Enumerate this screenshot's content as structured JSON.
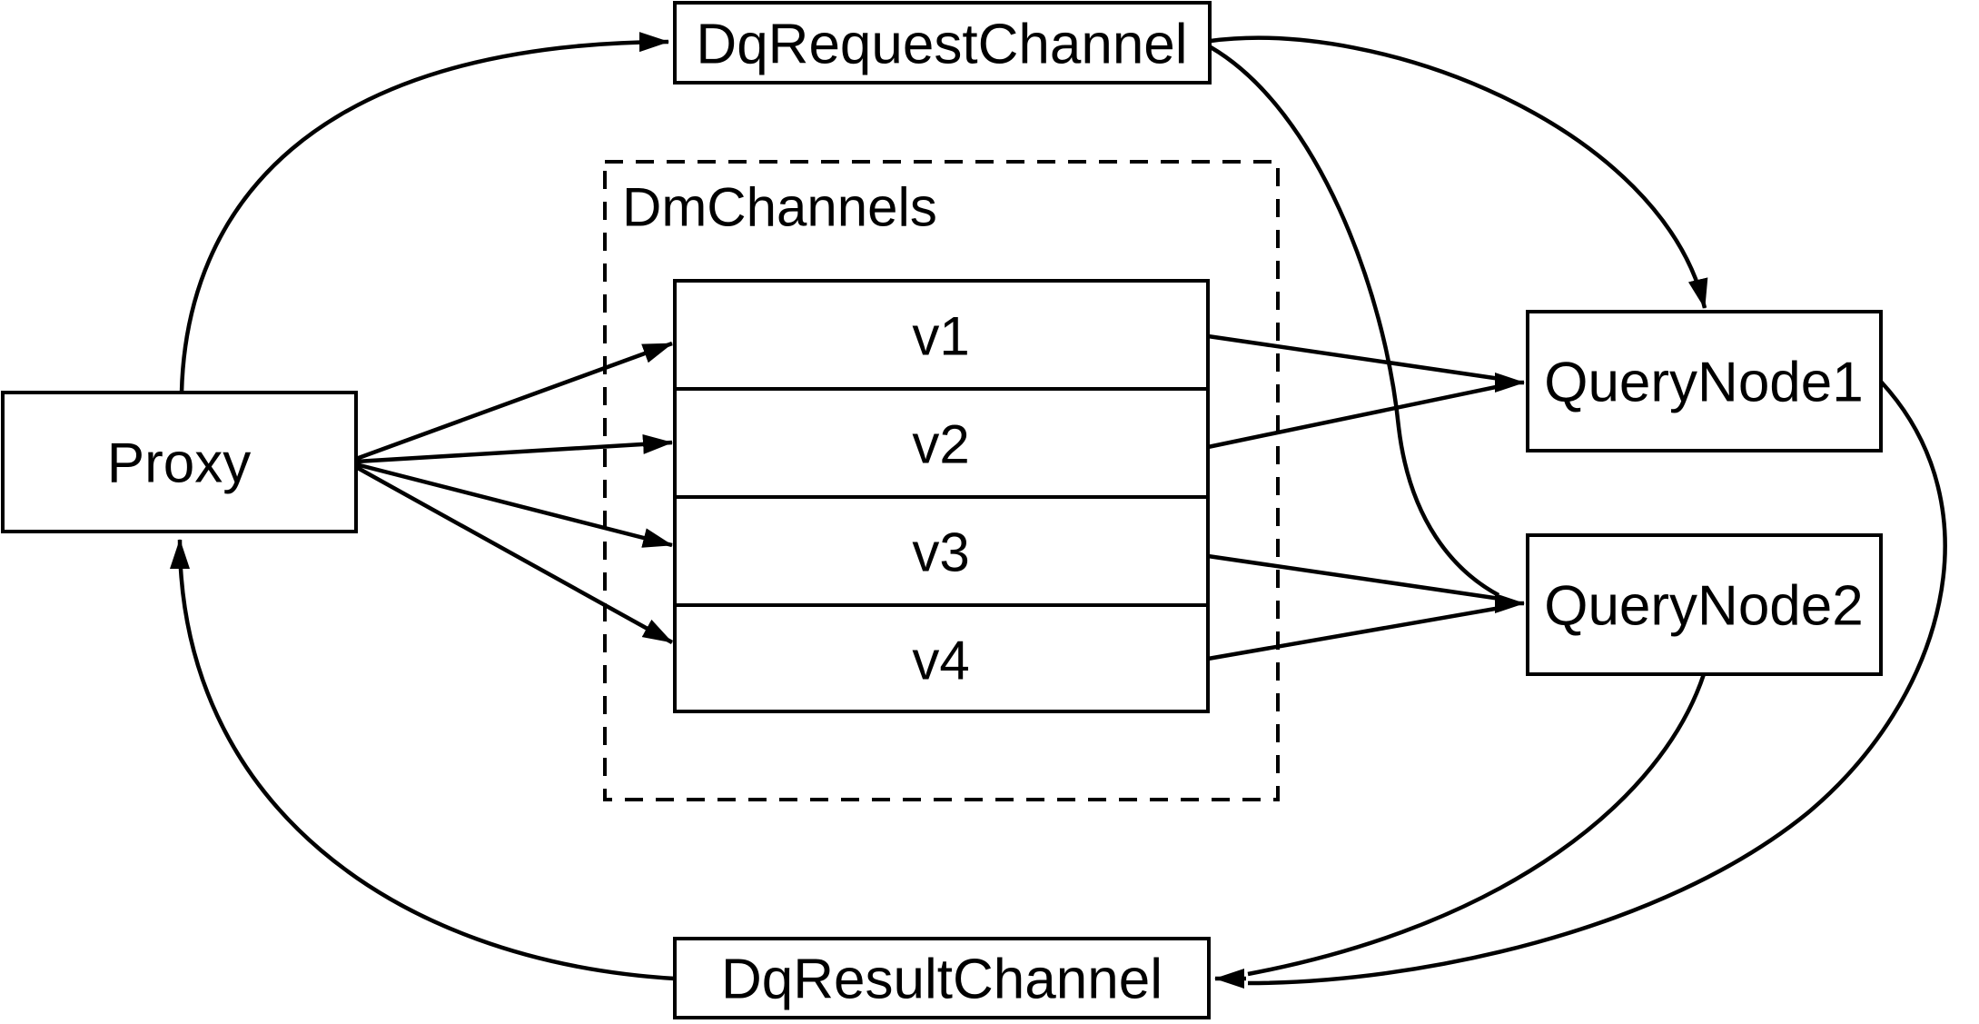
{
  "diagram": {
    "title": "query-flow-diagram",
    "colors": {
      "stroke": "#000000",
      "node_fill": "#ffffff",
      "background": "#ffffff"
    },
    "nodes": {
      "dq_request_channel": {
        "label": "DqRequestChannel"
      },
      "proxy": {
        "label": "Proxy"
      },
      "dm_channels_group": {
        "label": "DmChannels"
      },
      "channels": [
        {
          "label": "v1"
        },
        {
          "label": "v2"
        },
        {
          "label": "v3"
        },
        {
          "label": "v4"
        }
      ],
      "query_node_1": {
        "label": "QueryNode1"
      },
      "query_node_2": {
        "label": "QueryNode2"
      },
      "dq_result_channel": {
        "label": "DqResultChannel"
      }
    },
    "edges": [
      {
        "from": "Proxy",
        "to": "DqRequestChannel"
      },
      {
        "from": "DqRequestChannel",
        "to": "QueryNode1"
      },
      {
        "from": "DqRequestChannel",
        "to": "QueryNode2"
      },
      {
        "from": "Proxy",
        "to": "v1"
      },
      {
        "from": "Proxy",
        "to": "v2"
      },
      {
        "from": "Proxy",
        "to": "v3"
      },
      {
        "from": "Proxy",
        "to": "v4"
      },
      {
        "from": "v1",
        "to": "QueryNode1"
      },
      {
        "from": "v2",
        "to": "QueryNode1"
      },
      {
        "from": "v3",
        "to": "QueryNode2"
      },
      {
        "from": "v4",
        "to": "QueryNode2"
      },
      {
        "from": "QueryNode1",
        "to": "DqResultChannel"
      },
      {
        "from": "QueryNode2",
        "to": "DqResultChannel"
      },
      {
        "from": "DqResultChannel",
        "to": "Proxy"
      }
    ]
  }
}
